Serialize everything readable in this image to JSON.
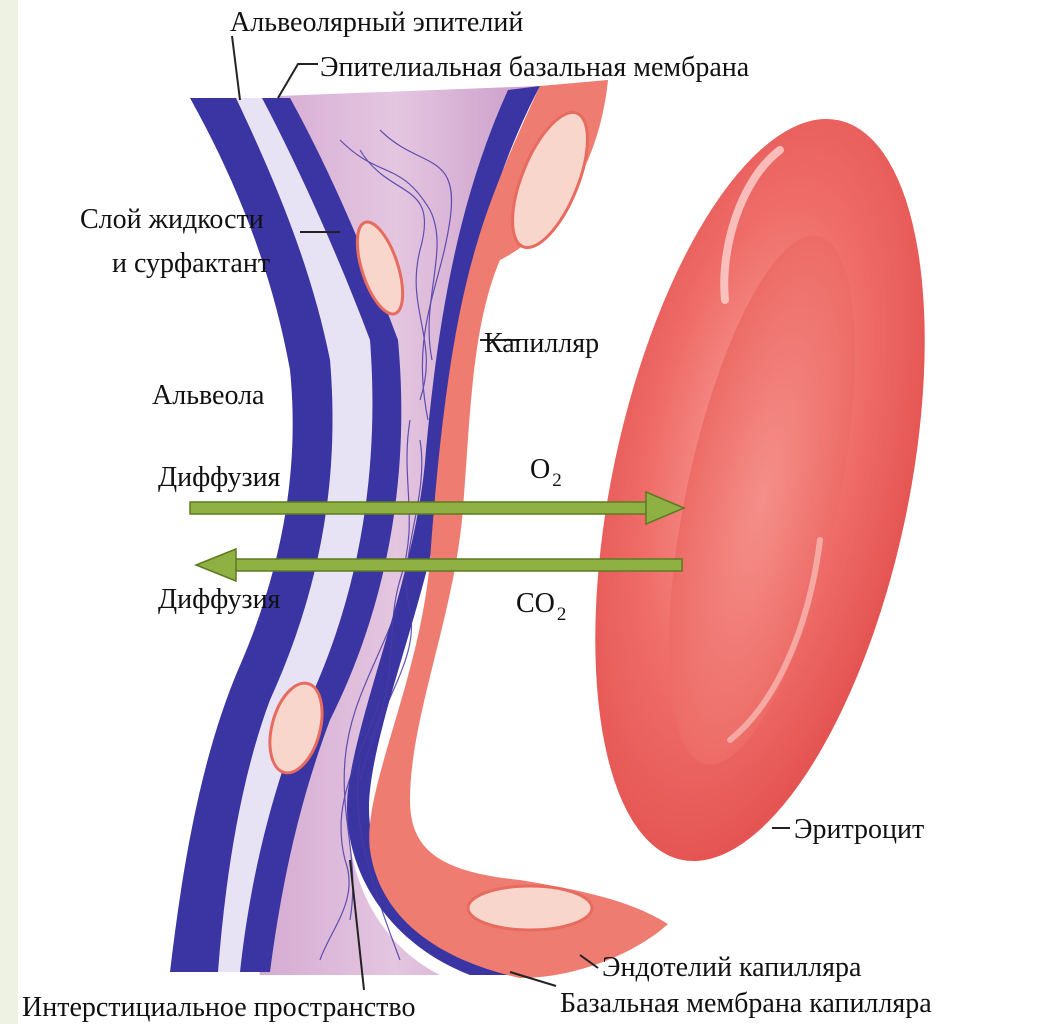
{
  "labels": {
    "alveolar_epithelium": "Альвеолярный эпителий",
    "epithelial_basement_membrane": "Эпителиальная базальная мембрана",
    "fluid_layer_line1": "Слой жидкости",
    "fluid_layer_line2": "и сурфактант",
    "capillary": "Капилляр",
    "alveolus": "Альвеола",
    "diffusion_top": "Диффузия",
    "diffusion_bottom": "Диффузия",
    "o2_main": "O",
    "o2_sub": "2",
    "co2_main": "CO",
    "co2_sub": "2",
    "erythrocyte": "Эритроцит",
    "capillary_endothelium": "Эндотелий капилляра",
    "interstitial_space": "Интерстициальное пространство",
    "capillary_basement_membrane": "Базальная мембрана капилляра"
  },
  "colors": {
    "epithelium_blue": "#3a35a2",
    "fluid_layer": "#e7e2f4",
    "interstitium": "#d8b2d6",
    "capillary_wall": "#ef7c70",
    "cell_nucleus": "#f8d6cc",
    "erythrocyte": "#ee5b59",
    "arrow_green": "#8fb042"
  }
}
